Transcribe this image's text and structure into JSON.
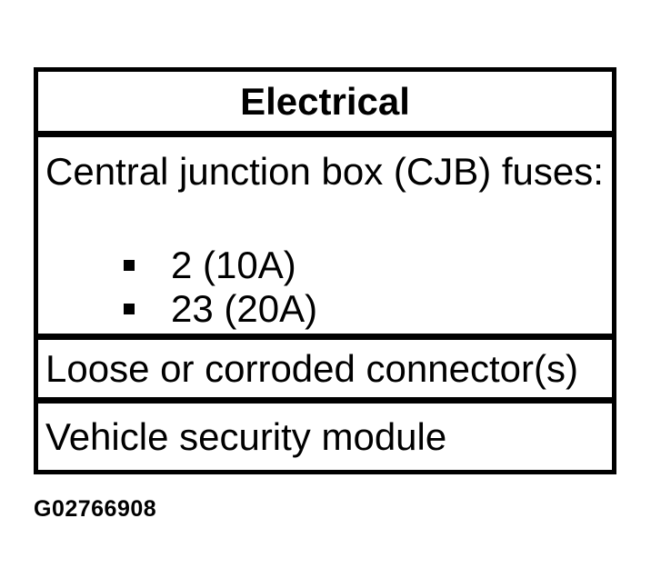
{
  "table": {
    "header": "Electrical",
    "fuses_row": {
      "intro": "Central junction box (CJB) fuses:",
      "bullets": [
        "2 (10A)",
        "23 (20A)"
      ]
    },
    "rows": [
      {
        "text": "Loose or corroded connector(s)"
      },
      {
        "text": "Vehicle security module"
      }
    ]
  },
  "figure_id": "G02766908",
  "colors": {
    "background": "#ffffff",
    "border": "#000000",
    "text": "#000000"
  }
}
